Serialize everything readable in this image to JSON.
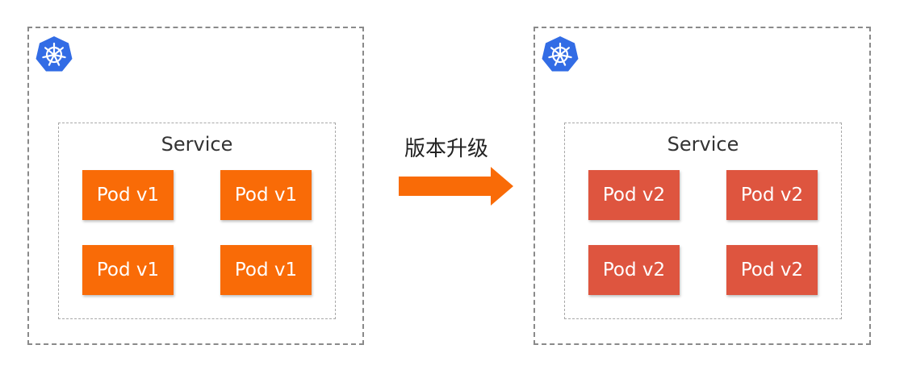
{
  "colors": {
    "pod_v1": "#f96b07",
    "pod_v2": "#de553f",
    "arrow": "#f96b07",
    "kubernetes_logo": "#326ce5"
  },
  "icons": {
    "cluster_logo": "kubernetes-helm-icon"
  },
  "left_cluster": {
    "service_label": "Service",
    "pods": [
      "Pod v1",
      "Pod v1",
      "Pod v1",
      "Pod v1"
    ]
  },
  "transition": {
    "label": "版本升级"
  },
  "right_cluster": {
    "service_label": "Service",
    "pods": [
      "Pod v2",
      "Pod v2",
      "Pod v2",
      "Pod v2"
    ]
  }
}
